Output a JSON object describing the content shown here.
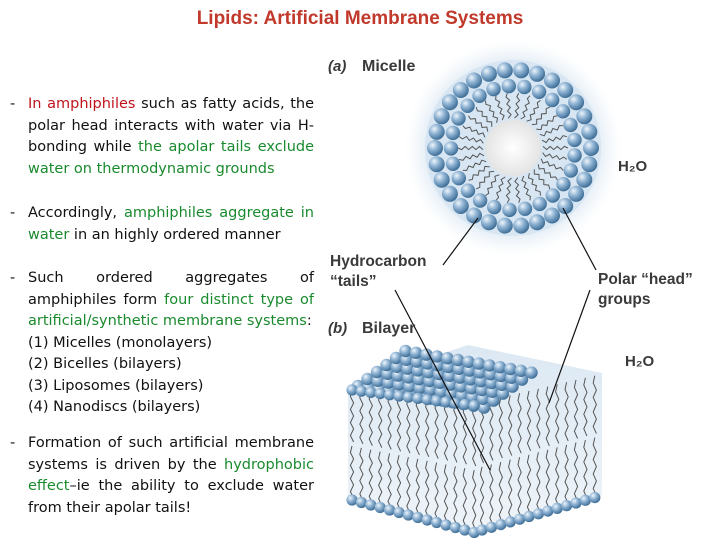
{
  "title": "Lipids: Artificial Membrane Systems",
  "paragraphs": {
    "p1": {
      "bullet": "-",
      "a": "In amphiphiles",
      "b": " such as fatty acids, the polar head interacts with water via H-bonding while ",
      "c": "the apolar tails exclude water on thermodynamic grounds"
    },
    "p2": {
      "bullet": "-",
      "a": "Accordingly, ",
      "b": "amphiphiles aggregate in water",
      "c": " in an highly ordered manner"
    },
    "p3": {
      "bullet": "-",
      "a": "Such ordered aggregates of amphiphiles form ",
      "b": "four distinct type of artificial/synthetic membrane systems",
      "c": ":",
      "list": [
        "(1)  Micelles   (monolayers)",
        "(2)  Bicelles     (bilayers)",
        "(3)  Liposomes (bilayers)",
        "(4)  Nanodiscs  (bilayers)"
      ]
    },
    "p4": {
      "bullet": "-",
      "a": "Formation of such artificial membrane systems is driven by the ",
      "b": "hydrophobic effect",
      "c": "–ie the ability to exclude water from their apolar tails!"
    }
  },
  "figure": {
    "micelle_label": "(a)",
    "micelle_name": "Micelle",
    "bilayer_label": "(b)",
    "bilayer_name": "Bilayer",
    "water_top": "H₂O",
    "water_bottom": "H₂O",
    "tails_line1": "Hydrocarbon",
    "tails_line2": "“tails”",
    "heads_line1": "Polar “head”",
    "heads_line2": "groups"
  }
}
